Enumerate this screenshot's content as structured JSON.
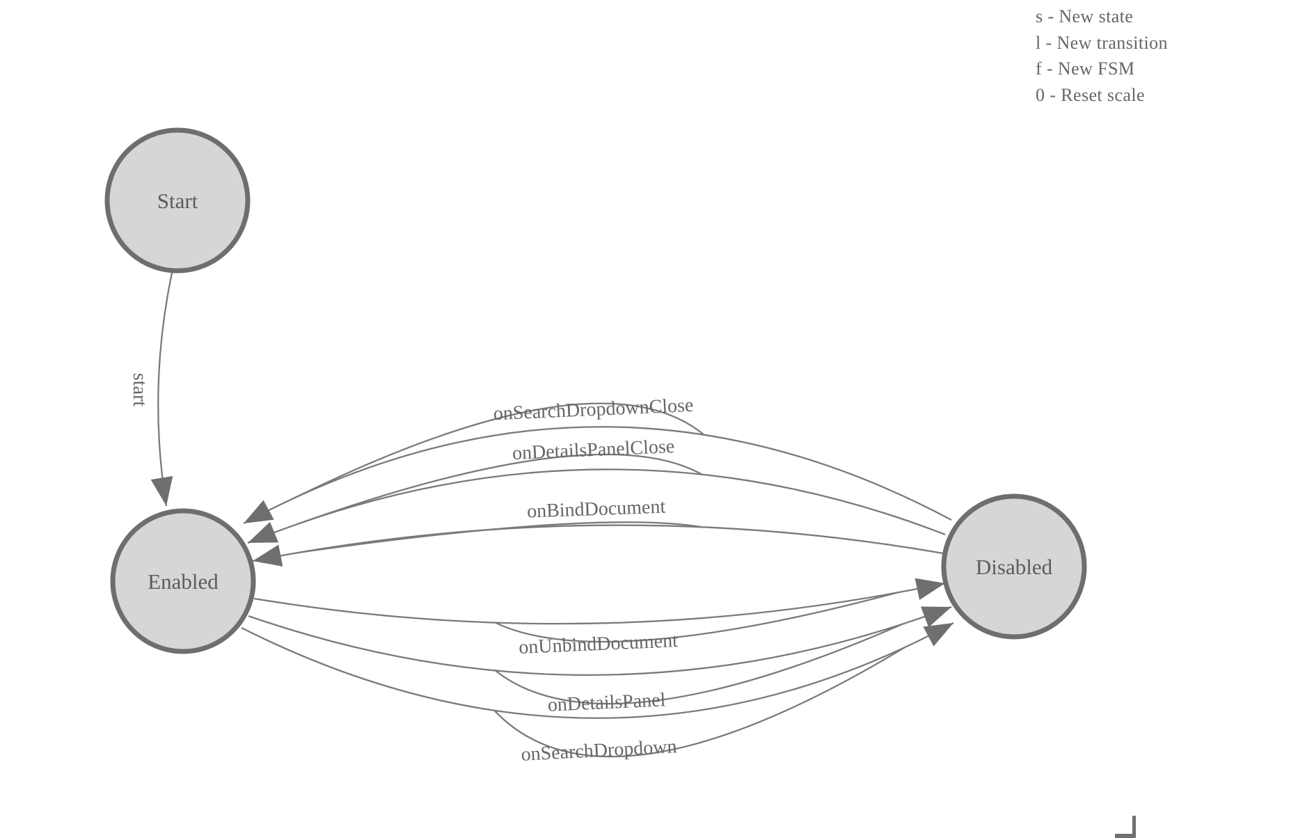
{
  "legend": {
    "lines": [
      "s - New state",
      "l - New transition",
      "f - New FSM",
      "0 - Reset scale"
    ]
  },
  "states": [
    {
      "label": "Start"
    },
    {
      "label": "Enabled"
    },
    {
      "label": "Disabled"
    }
  ],
  "transitions": [
    {
      "label": "start",
      "from": "Start",
      "to": "Enabled"
    },
    {
      "label": "onSearchDropdownClose",
      "from": "Disabled",
      "to": "Enabled"
    },
    {
      "label": "onDetailsPanelClose",
      "from": "Disabled",
      "to": "Enabled"
    },
    {
      "label": "onBindDocument",
      "from": "Disabled",
      "to": "Enabled"
    },
    {
      "label": "onUnbindDocument",
      "from": "Enabled",
      "to": "Disabled"
    },
    {
      "label": "onDetailsPanel",
      "from": "Enabled",
      "to": "Disabled"
    },
    {
      "label": "onSearchDropdown",
      "from": "Enabled",
      "to": "Disabled"
    }
  ],
  "colors": {
    "background": "#ffffff",
    "state_fill": "#d6d6d6",
    "state_stroke": "#6e6e6e",
    "state_text": "#5c5c5c",
    "edge_line": "#7a7a7a",
    "arrowhead": "#6f6f6f",
    "label_text": "#666666",
    "legend_text": "#666666",
    "corner_mark": "#707070"
  }
}
